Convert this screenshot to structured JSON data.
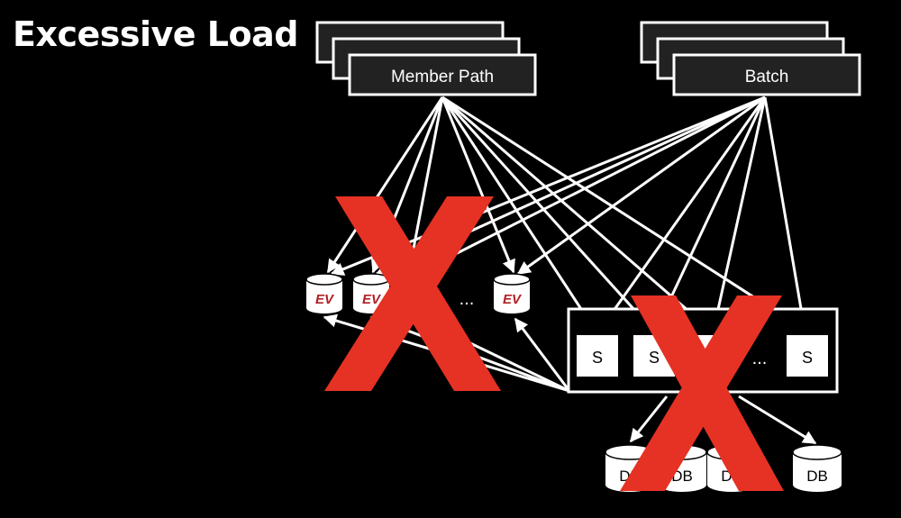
{
  "slide": {
    "title": "Excessive Load"
  },
  "diagram": {
    "member_path": {
      "label": "Member Path"
    },
    "batch": {
      "label": "Batch"
    },
    "cache_label": "EV",
    "cache_ellipsis": "...",
    "services": [
      "S",
      "S",
      "S",
      "S"
    ],
    "service_ellipsis": "...",
    "databases": [
      "DB",
      "DB",
      "DB",
      "DB"
    ],
    "colors": {
      "background": "#000000",
      "box_fill": "#222222",
      "line": "#ffffff",
      "cache_logo": "#b21f24",
      "cross": "#e53224"
    }
  }
}
